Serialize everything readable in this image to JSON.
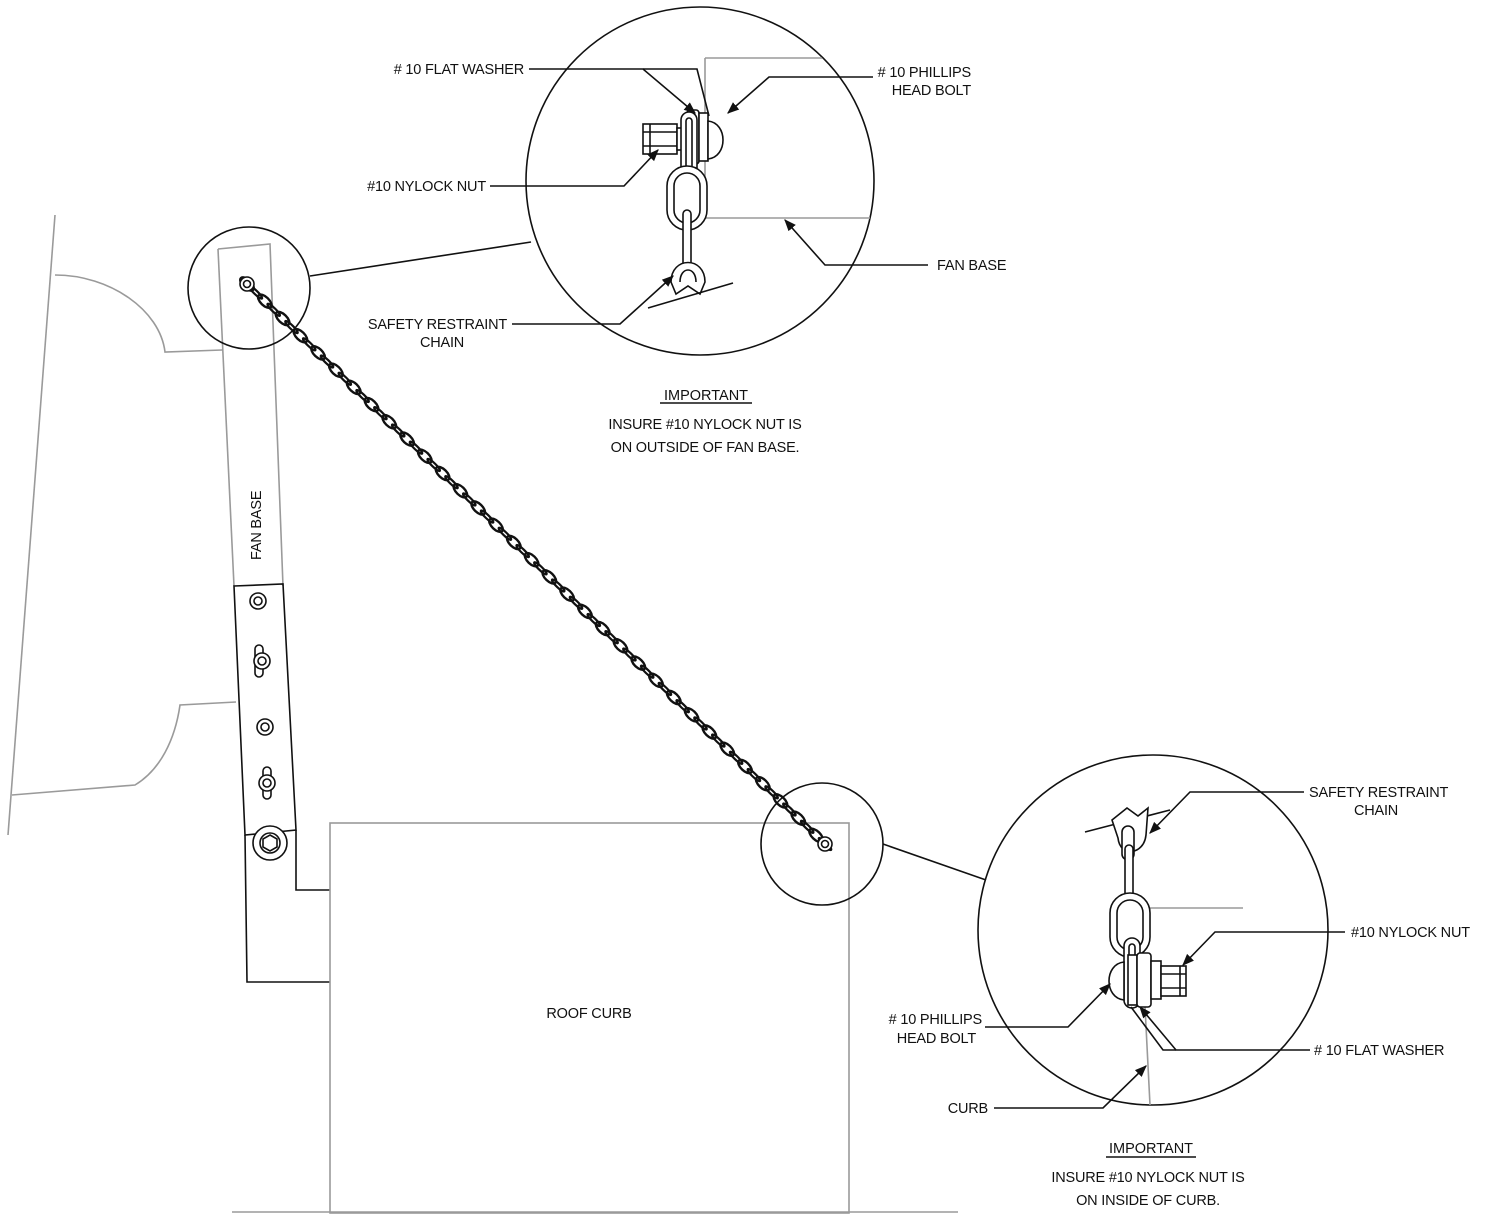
{
  "labels": {
    "fan_base_vertical": "FAN BASE",
    "roof_curb": "ROOF CURB",
    "top_detail": {
      "flat_washer": "# 10 FLAT WASHER",
      "phillips_bolt_line1": "# 10 PHILLIPS",
      "phillips_bolt_line2": "HEAD BOLT",
      "nylock_nut": "#10 NYLOCK NUT",
      "fan_base": "FAN BASE",
      "chain_line1": "SAFETY RESTRAINT",
      "chain_line2": "CHAIN"
    },
    "bottom_detail": {
      "chain_line1": "SAFETY RESTRAINT",
      "chain_line2": "CHAIN",
      "nylock_nut": "#10 NYLOCK NUT",
      "phillips_bolt_line1": "# 10 PHILLIPS",
      "phillips_bolt_line2": "HEAD BOLT",
      "flat_washer": "# 10 FLAT WASHER",
      "curb": "CURB"
    }
  },
  "notes": {
    "top": {
      "heading": "IMPORTANT",
      "line1": "INSURE #10 NYLOCK NUT IS",
      "line2": "ON OUTSIDE OF FAN BASE."
    },
    "bottom": {
      "heading": "IMPORTANT",
      "line1": "INSURE #10 NYLOCK NUT IS",
      "line2": "ON INSIDE OF CURB."
    }
  },
  "colors": {
    "ink": "#111111",
    "gray_line": "#9a9a9a"
  }
}
